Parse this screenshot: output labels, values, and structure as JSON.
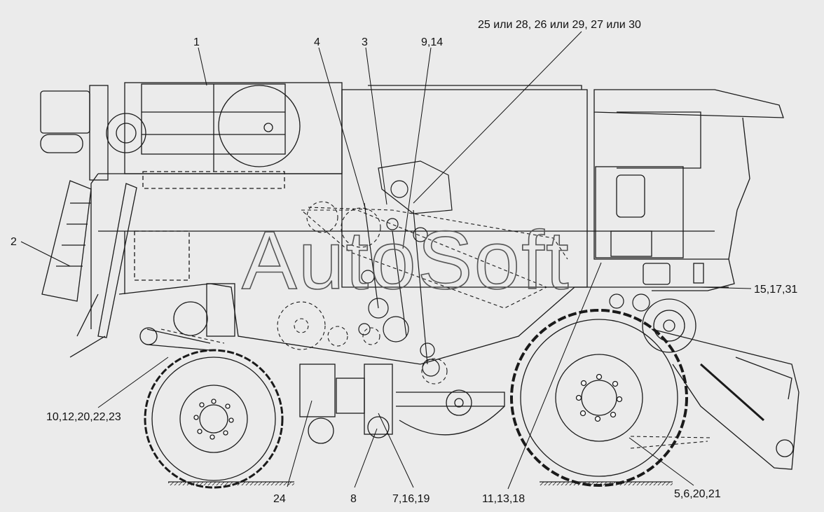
{
  "watermark": "AutoSoft",
  "labels": {
    "l1": "1",
    "l2": "2",
    "l3": "3",
    "l4": "4",
    "l914": "9,14",
    "l25": "25 или 28, 26 или 29, 27 или 30",
    "l151731": "15,17,31",
    "l10": "10,12,20,22,23",
    "l24": "24",
    "l8": "8",
    "l71619": "7,16,19",
    "l111318": "11,13,18",
    "l562021": "5,6,20,21"
  },
  "colors": {
    "background": "#ebebeb",
    "line": "#1a1a1a"
  }
}
